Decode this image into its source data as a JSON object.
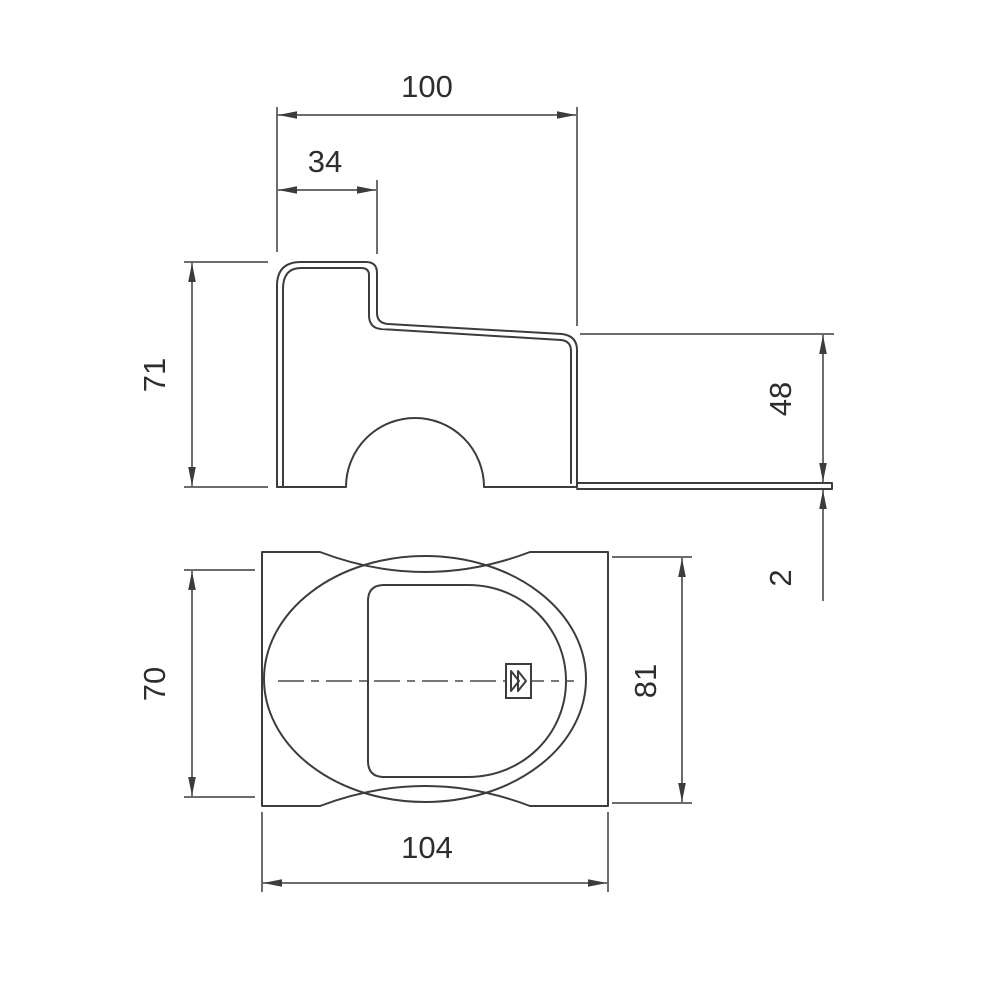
{
  "drawing": {
    "type": "technical-dimension-drawing",
    "views": {
      "side_profile": "cross-section profile with step and bottom arch",
      "plan": "rounded plate with oval opening and D-shaped cutout"
    },
    "line_color": "#3c3c3c"
  },
  "dimensions": {
    "top_width": "100",
    "step_width": "34",
    "left_height": "71",
    "right_height": "48",
    "flange_thickness": "2",
    "plan_inner_height": "70",
    "plan_outer_height": "81",
    "plan_width": "104"
  },
  "icons": {
    "hinge_symbol": "double-chevron-marker"
  }
}
